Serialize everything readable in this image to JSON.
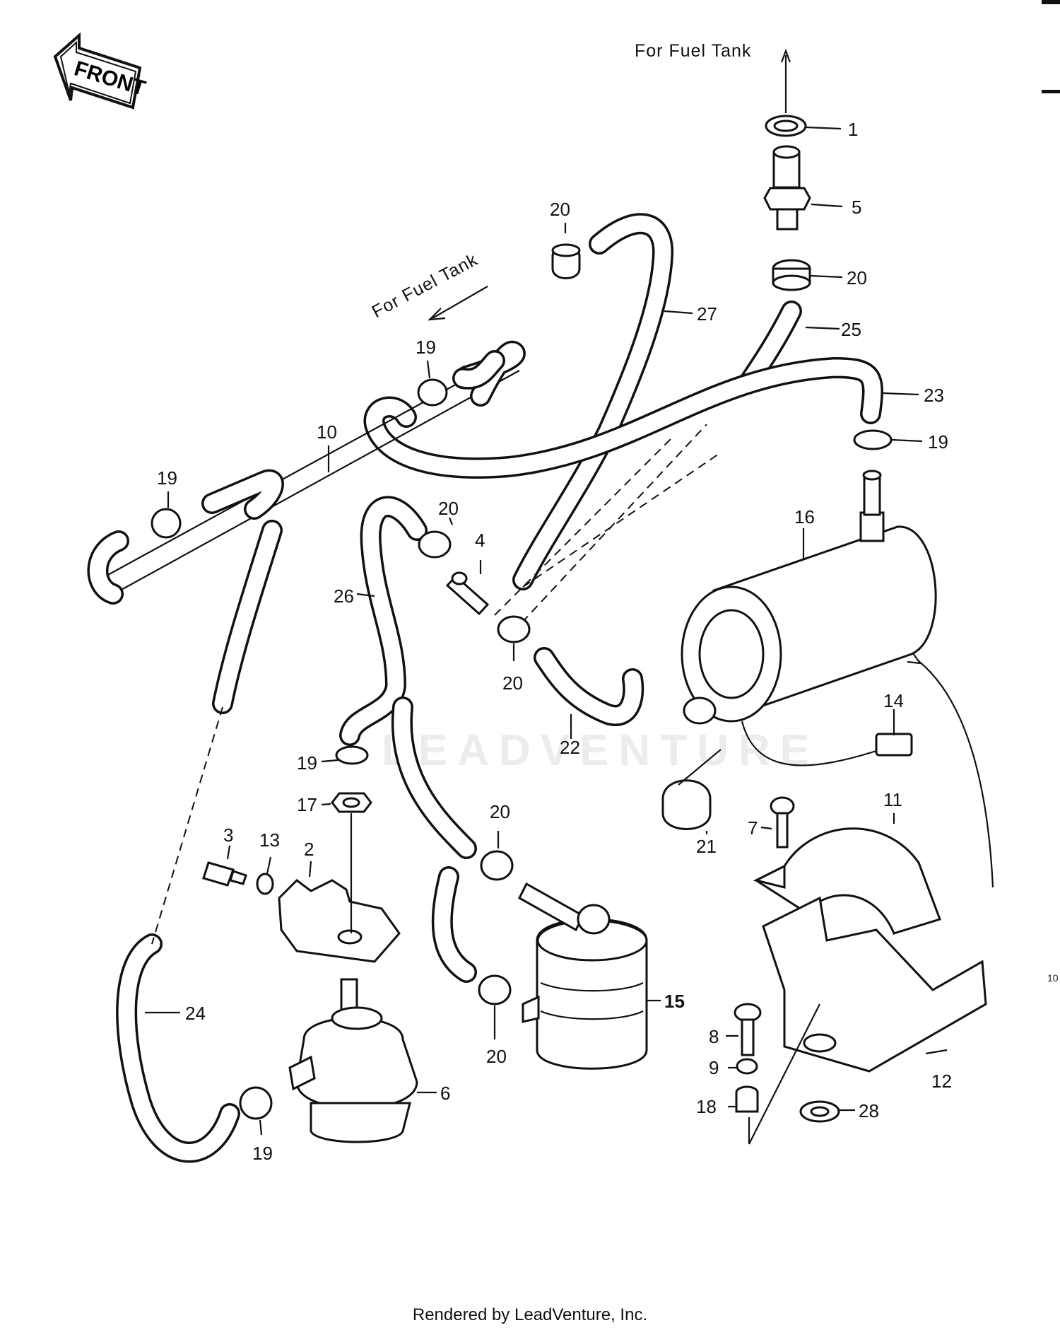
{
  "front_badge": "FRONT",
  "notes": {
    "fuel_tank_top": "For Fuel  Tank",
    "fuel_tank_left": "For Fuel Tank"
  },
  "watermark": "LEADVENTURE",
  "callouts": {
    "c1": "1",
    "c5": "5",
    "c20a": "20",
    "c20b": "20",
    "c27": "27",
    "c25": "25",
    "c23": "23",
    "c19a": "19",
    "c19b": "19",
    "c10": "10",
    "c19c": "19",
    "c20c": "20",
    "c4": "4",
    "c16": "16",
    "c26": "26",
    "c20d": "20",
    "c22": "22",
    "c14": "14",
    "c19d": "19",
    "c17": "17",
    "c21": "21",
    "c11": "11",
    "c7": "7",
    "c20e": "20",
    "c3": "3",
    "c13": "13",
    "c2": "2",
    "c15": "15",
    "c24": "24",
    "c20f": "20",
    "c8": "8",
    "c9": "9",
    "c12": "12",
    "c6": "6",
    "c18": "18",
    "c28": "28",
    "c19e": "19"
  },
  "edge_marks": {
    "right": "10"
  },
  "footer": "Rendered by LeadVenture, Inc."
}
